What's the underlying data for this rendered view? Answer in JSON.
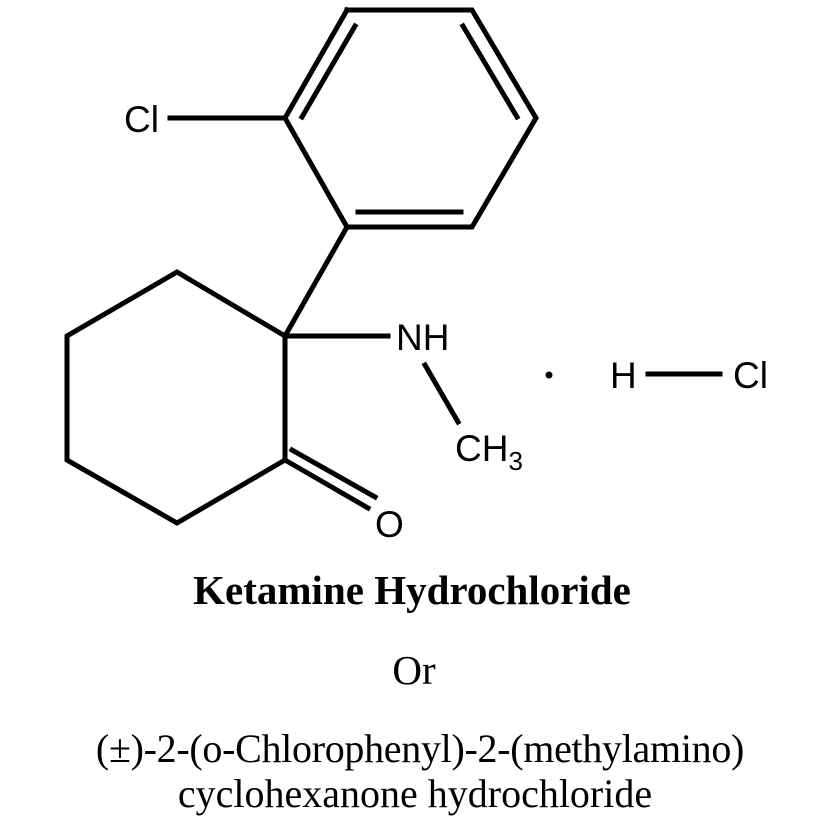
{
  "structure": {
    "atoms": {
      "chloro_substituent": "Cl",
      "amine": "NH",
      "methyl_c": "CH",
      "methyl_sub": "3",
      "carbonyl_o": "O",
      "salt_dot": "·",
      "salt_h": "H",
      "salt_cl": "Cl"
    },
    "stroke_color": "#000000"
  },
  "caption": {
    "name": "Ketamine Hydrochloride",
    "connector": "Or",
    "iupac_line1": "(±)-2-(o-Chlorophenyl)-2-(methylamino)",
    "iupac_line2": "cyclohexanone hydrochloride"
  }
}
